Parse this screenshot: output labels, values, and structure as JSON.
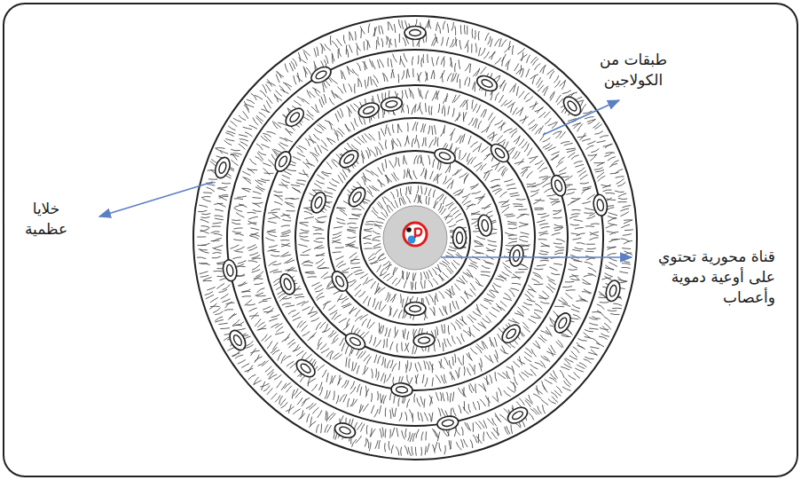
{
  "diagram": {
    "labels": [
      "طبقات من الكولاجين",
      "خلايا عظمية",
      "قناة محورية تحتوي على أوعية دموية وأعصاب"
    ]
  }
}
